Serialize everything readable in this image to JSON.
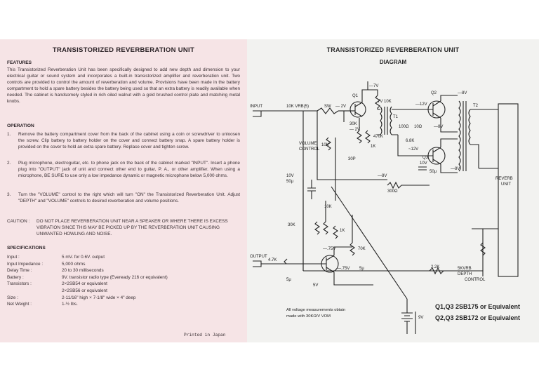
{
  "left": {
    "title": "TRANSISTORIZED REVERBERATION UNIT",
    "features_heading": "FEATURES",
    "features_text": "This Transistorized Reverberation Unit has been specifically designed to add new depth and dimension to your electrical guitar or sound system and incorporates a built-in transistorized amplifier and reverberation unit. Two controls are provided to control the amount of reverberation and volume. Provisions have been made in the battery compartment to hold a spare battery besides the battery being used so that an extra battery is readily available when needed. The cabinet is handsomely styled in rich oiled walnut with a gold brushed control plate and matching metal knobs.",
    "operation_heading": "OPERATION",
    "operation": [
      {
        "num": "1.",
        "text": "Remove the battery compartment cover from the back of the cabinet using a coin or screwdriver to unloosen the screw. Clip battery to battery holder on the cover and connect battery snap. A spare battery holder is provided on the cover to hold an extra spare battery. Replace cover and tighten screw."
      },
      {
        "num": "2.",
        "text": "Plug microphone, electroguitar, etc. to phone jack on the back of the cabinet marked \"INPUT\". Insert a phone plug into \"OUTPUT\" jack of unit and connect other end to guitar, P. A., or other amplifier. When using a microphone, BE SURE to use only a low impedance dynamic or magnetic microphone below 5,000 ohms."
      },
      {
        "num": "3.",
        "text": "Turn the \"VOLUME\" control to the right which will turn \"ON\" the Transistorized Reverberation Unit. Adjust \"DEPTH\" and \"VOLUME\" controls to desired reverberation and volume positions."
      }
    ],
    "caution_label": "CAUTION :",
    "caution_text": "DO NOT PLACE REVERBERATION UNIT NEAR A SPEAKER OR WHERE THERE IS EXCESS VIBRATION SINCE THIS MAY BE PICKED UP BY THE REVERBERATION UNIT CAUSING UNWANTED HOWLING AND NOISE.",
    "specs_heading": "SPECIFICATIONS",
    "specs": [
      {
        "k": "Input :",
        "v": "5 mV. for 0.6V. output"
      },
      {
        "k": "Input Impedance :",
        "v": "5,000 ohms"
      },
      {
        "k": "Delay Time :",
        "v": "20 to 30 milliseconds"
      },
      {
        "k": "Battery :",
        "v": "9V. transistor radio type (Eveready 216 or equivalent)"
      },
      {
        "k": "Transistors :",
        "v": "2×2SB54 or equivalent"
      },
      {
        "k": "",
        "v": "2×2SB56 or equivalent"
      },
      {
        "k": "Size :",
        "v": "2-11/16\" high × 7-1/8\" wide × 4\" deep"
      },
      {
        "k": "Net Weight :",
        "v": "1-½ lbs."
      }
    ],
    "printed": "Printed in Japan"
  },
  "right": {
    "title": "TRANSISTORIZED REVERBERATION UNIT",
    "subtitle": "DIAGRAM",
    "labels": {
      "input": "INPUT",
      "output": "OUTPUT",
      "vr": "10K VRB(5)",
      "sw": "SW",
      "v2": "— 2V",
      "v7": "—7V",
      "r10k_top": "7V 10K",
      "v12": "—12V",
      "v8a": "—8V",
      "v8b": "—8V",
      "v8c": "—8V",
      "v8d": "—8V",
      "q1": "Q1",
      "q2": "Q2",
      "q3": "Q3",
      "t1": "T1",
      "t2": "T2",
      "r30k": "30K",
      "v2b": "— 2V",
      "r470k": "470K",
      "r1ka": "1K",
      "vol": "VOLUME",
      "control": "CONTROL",
      "r10kb": "10K",
      "c30p": "30P",
      "r100": "100Ω",
      "r10": "10Ω",
      "r68k": "6.8K",
      "v12b": "~12V",
      "c10v50": "10V",
      "c50": "50μ",
      "c10v50b": "10V",
      "c50b": "50μ",
      "r300": "300Ω",
      "reverb": "REVERB",
      "unit": "UNIT",
      "r10kc": "10K",
      "r30kb": "30K",
      "r1kb": "1K",
      "v75": "—.75V",
      "r70k": "70K",
      "r47k": "4.7K",
      "v75b": "—.75V",
      "c5u": "5μ",
      "c5ub": "5μ",
      "v5": "5V",
      "r22k": "2.2K",
      "depth1": "5KVRB",
      "depth2": "DEPTH",
      "depth3": "CONTROL",
      "v9": "9V"
    },
    "note_line1": "All voltage measurements obtain",
    "note_line2": "made with 30KΩ/V VOM",
    "legend1": "Q1,Q3  2SB175 or Equivalent",
    "legend2": "Q2,Q3  2SB172 or Equivalent"
  }
}
